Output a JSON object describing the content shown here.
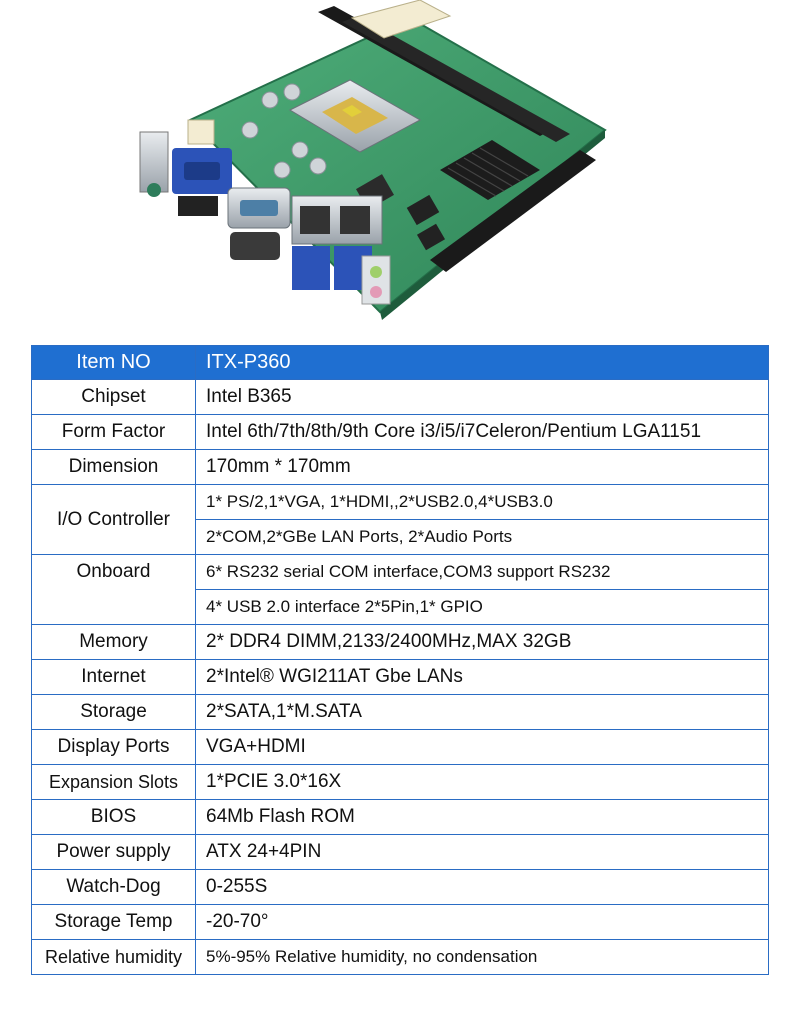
{
  "image": {
    "subject": "mini-itx-motherboard"
  },
  "specs": {
    "header": {
      "label": "Item NO",
      "value": "ITX-P360"
    },
    "rows": [
      {
        "label": "Chipset",
        "values": [
          "Intel B365"
        ]
      },
      {
        "label": "Form Factor",
        "values": [
          "Intel 6th/7th/8th/9th Core i3/i5/i7Celeron/Pentium LGA1151"
        ]
      },
      {
        "label": "Dimension",
        "values": [
          "170mm * 170mm"
        ]
      },
      {
        "label": "I/O Controller",
        "values": [
          "1* PS/2,1*VGA, 1*HDMI,,2*USB2.0,4*USB3.0",
          "2*COM,2*GBe LAN Ports, 2*Audio Ports"
        ]
      },
      {
        "label": "Onboard",
        "values": [
          "6* RS232 serial COM interface,COM3 support RS232",
          "4* USB 2.0 interface 2*5Pin,1* GPIO"
        ]
      },
      {
        "label": "Memory",
        "values": [
          "2* DDR4 DIMM,2133/2400MHz,MAX 32GB"
        ]
      },
      {
        "label": "Internet",
        "values": [
          "2*Intel® WGI211AT Gbe LANs"
        ]
      },
      {
        "label": "Storage",
        "values": [
          "2*SATA,1*M.SATA"
        ]
      },
      {
        "label": "Display Ports",
        "values": [
          "VGA+HDMI"
        ]
      },
      {
        "label": "Expansion Slots",
        "values": [
          "1*PCIE 3.0*16X"
        ]
      },
      {
        "label": "BIOS",
        "values": [
          "64Mb Flash ROM"
        ]
      },
      {
        "label": "Power supply",
        "values": [
          "ATX 24+4PIN"
        ]
      },
      {
        "label": "Watch-Dog",
        "values": [
          "0-255S"
        ]
      },
      {
        "label": "Storage Temp",
        "values": [
          "-20-70°"
        ]
      },
      {
        "label": "Relative humidity",
        "values": [
          "5%-95% Relative humidity, no condensation"
        ]
      }
    ]
  },
  "colors": {
    "header_bg": "#1f6fd1",
    "border": "#2a6cc4",
    "pcb_green": "#3f9a6a"
  }
}
